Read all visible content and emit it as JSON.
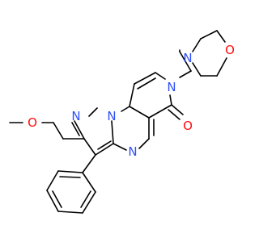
{
  "molecule": {
    "atoms": [
      {
        "id": "o_methoxy",
        "symbol": "O",
        "color": "#ff0d0d"
      },
      {
        "id": "n_pyrazole_2",
        "symbol": "N",
        "color": "#3050f8"
      },
      {
        "id": "n_bridge",
        "symbol": "N",
        "color": "#3050f8"
      },
      {
        "id": "n_pyrimidine",
        "symbol": "N",
        "color": "#3050f8"
      },
      {
        "id": "n_pyridinone",
        "symbol": "N",
        "color": "#3050f8"
      },
      {
        "id": "o_carbonyl",
        "symbol": "O",
        "color": "#ff0d0d"
      },
      {
        "id": "n_morpholine",
        "symbol": "N",
        "color": "#3050f8"
      },
      {
        "id": "o_morpholine",
        "symbol": "O",
        "color": "#ff0d0d"
      }
    ],
    "bond_color": "#000000"
  }
}
